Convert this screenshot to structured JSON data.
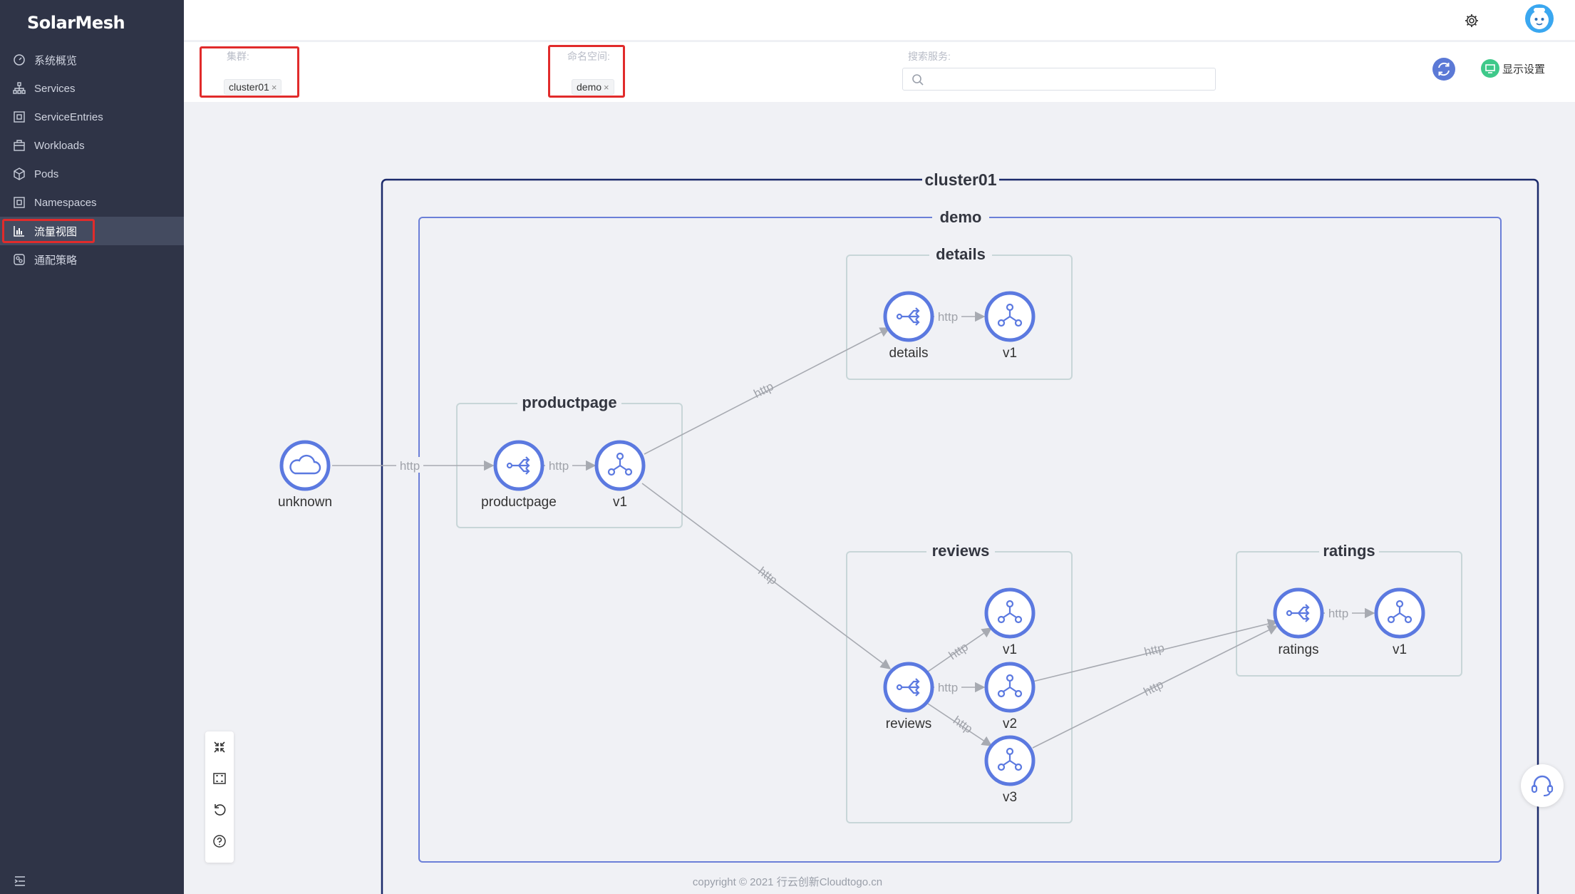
{
  "app": {
    "title": "SolarMesh"
  },
  "sidebar": {
    "items": [
      {
        "label": "系统概览",
        "icon": "dashboard-icon"
      },
      {
        "label": "Services",
        "icon": "sitemap-icon"
      },
      {
        "label": "ServiceEntries",
        "icon": "entry-box-icon"
      },
      {
        "label": "Workloads",
        "icon": "briefcase-icon"
      },
      {
        "label": "Pods",
        "icon": "cube-icon"
      },
      {
        "label": "Namespaces",
        "icon": "namespace-box-icon"
      },
      {
        "label": "流量视图",
        "icon": "bar-chart-icon",
        "active": true
      },
      {
        "label": "通配策略",
        "icon": "policy-icon"
      }
    ]
  },
  "filters": {
    "cluster": {
      "label": "集群:",
      "tag": "cluster01"
    },
    "namespace": {
      "label": "命名空间:",
      "tag": "demo"
    },
    "search": {
      "label": "搜索服务:",
      "value": ""
    },
    "display_settings": "显示设置"
  },
  "graph": {
    "cluster": "cluster01",
    "namespace": "demo",
    "groups": [
      "details",
      "productpage",
      "reviews",
      "ratings"
    ],
    "nodes": {
      "unknown": "unknown",
      "productpage": "productpage",
      "productpage_v1": "v1",
      "details": "details",
      "details_v1": "v1",
      "reviews": "reviews",
      "reviews_v1": "v1",
      "reviews_v2": "v2",
      "reviews_v3": "v3",
      "ratings": "ratings",
      "ratings_v1": "v1"
    },
    "edge_label": "http"
  },
  "footer": {
    "copyright": "copyright © 2021 行云创新Cloudtogo.cn"
  },
  "colors": {
    "sidebar": "#2f3447",
    "node": "#5b79e0",
    "cluster_border": "#1b2a6b",
    "namespace_border": "#6b7fd8",
    "alert_frame": "#e12b2b"
  }
}
